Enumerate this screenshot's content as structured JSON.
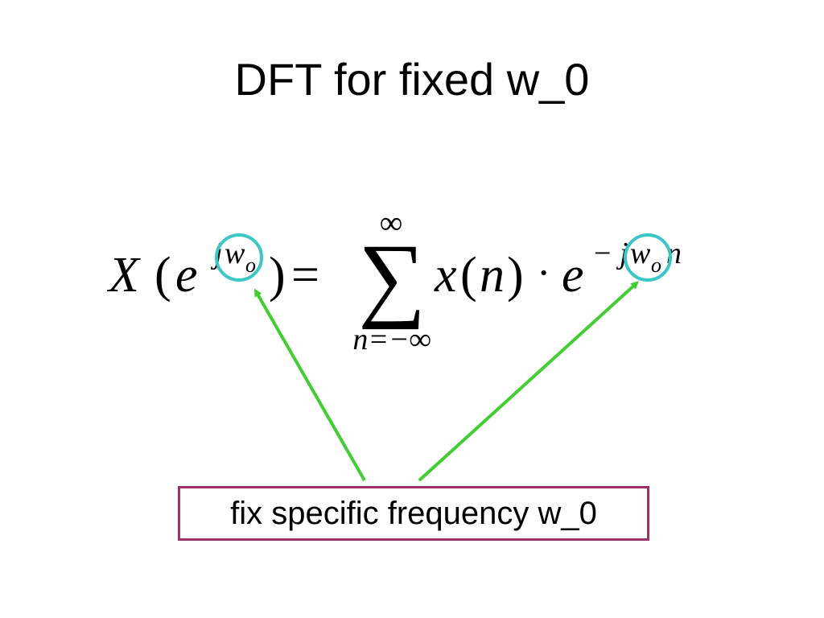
{
  "slide": {
    "title": "DFT for fixed w_0",
    "callout_text": "fix specific frequency w_0",
    "colors": {
      "highlight_circle": "#3cc6c6",
      "arrow": "#44cc33",
      "callout_border": "#993366"
    }
  },
  "formula": {
    "lhs_X": "X",
    "lhs_open_paren": "(",
    "lhs_e": "e",
    "lhs_exp_j": "j",
    "lhs_exp_w": "w",
    "lhs_exp_sub_o": "o",
    "lhs_close_paren": ")",
    "equals": "=",
    "sum_symbol": "∑",
    "sum_upper": "∞",
    "sum_lower": "n=−∞",
    "rhs_x": "x",
    "rhs_open_paren": "(",
    "rhs_n": "n",
    "rhs_close_paren": ")",
    "rhs_dot": "·",
    "rhs_e": "e",
    "rhs_exp_minus": "−",
    "rhs_exp_j": "j",
    "rhs_exp_w": "w",
    "rhs_exp_sub_o": "o",
    "rhs_exp_n": "n"
  }
}
